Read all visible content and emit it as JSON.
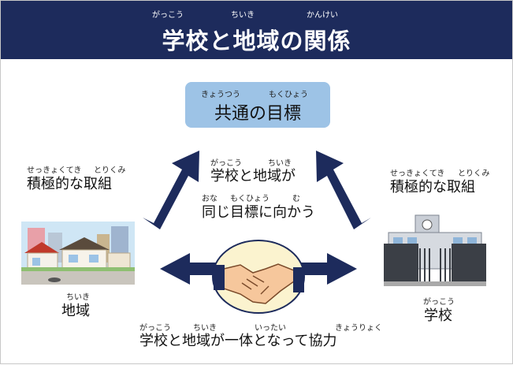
{
  "header": {
    "title": "学校と地域の関係",
    "ruby": [
      "がっこう",
      "ちいき",
      "かんけい"
    ],
    "bg": "#1d2b5c"
  },
  "goal": {
    "text": "共通の目標",
    "ruby": [
      "きょうつう",
      "もくひょう"
    ],
    "bg": "#9dc3e6"
  },
  "center": {
    "line1": "学校と地域が",
    "line1_ruby": [
      "がっこう",
      "ちいき"
    ],
    "line2": "同じ目標に向かう",
    "line2_ruby": [
      "おな",
      "もくひょう",
      "む"
    ]
  },
  "left_effort": {
    "text": "積極的な取組",
    "ruby": [
      "せっきょくてき",
      "とりくみ"
    ]
  },
  "right_effort": {
    "text": "積極的な取組",
    "ruby": [
      "せっきょくてき",
      "とりくみ"
    ]
  },
  "community": {
    "label": "地域",
    "ruby": "ちいき",
    "icon": "town-illustration"
  },
  "school": {
    "label": "学校",
    "ruby": "がっこう",
    "icon": "school-building-illustration"
  },
  "bottom": {
    "text": "学校と地域が一体となって協力",
    "ruby": [
      "がっこう",
      "ちいき",
      "いったい",
      "きょうりょく"
    ]
  },
  "colors": {
    "arrow": "#1d2b5c",
    "handshake_circle": "#fbf3cf"
  }
}
